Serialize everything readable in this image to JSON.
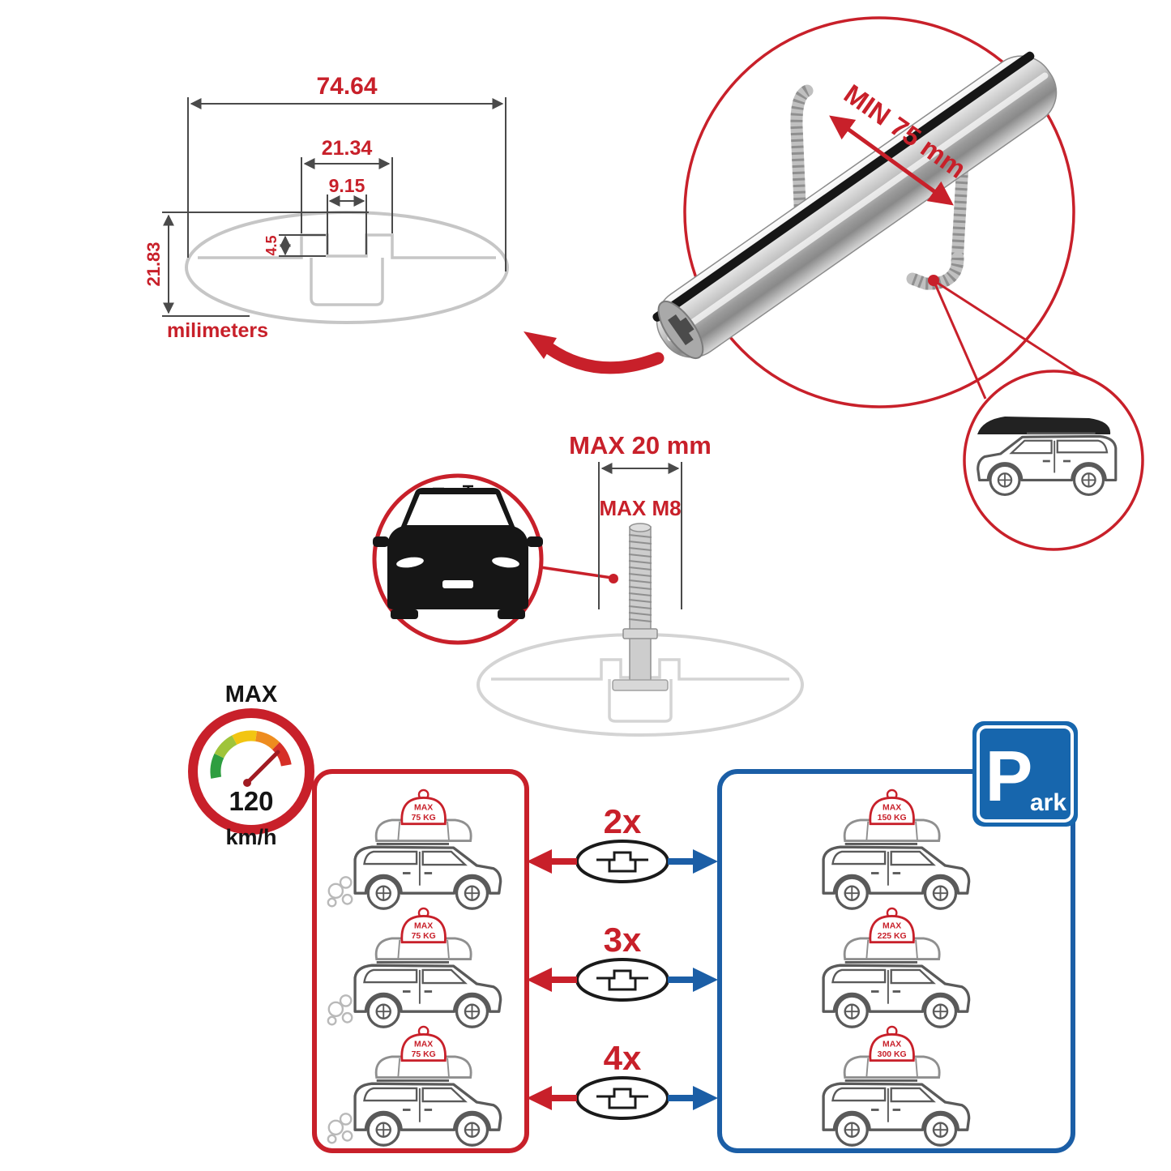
{
  "colors": {
    "red": "#C8202A",
    "blue": "#1B5EA6",
    "sign_blue": "#1766AD",
    "gray_drawing": "#C6C6C6",
    "ink": "#141414"
  },
  "cross_section": {
    "dim_total_width": "74.64",
    "dim_mid_width": "21.34",
    "dim_inner_width": "9.15",
    "dim_lip_height": "4.5",
    "dim_total_height": "21.83",
    "units": "milimeters"
  },
  "bar_callout": {
    "min_clamp": "MIN 75 mm"
  },
  "bolt_callout": {
    "max_length": "MAX 20 mm",
    "max_thread": "MAX M8"
  },
  "speedometer": {
    "top": "MAX",
    "value": "120",
    "unit": "km/h"
  },
  "driving_panel": {
    "loads": [
      {
        "line1": "MAX",
        "line2": "75 KG"
      },
      {
        "line1": "MAX",
        "line2": "75 KG"
      },
      {
        "line1": "MAX",
        "line2": "75 KG"
      }
    ]
  },
  "bar_counts": [
    {
      "label": "2x"
    },
    {
      "label": "3x"
    },
    {
      "label": "4x"
    }
  ],
  "parked_panel": {
    "loads": [
      {
        "line1": "MAX",
        "line2": "150 KG"
      },
      {
        "line1": "MAX",
        "line2": "225 KG"
      },
      {
        "line1": "MAX",
        "line2": "300 KG"
      }
    ]
  },
  "park_sign": {
    "letter": "P",
    "rest": "ark"
  }
}
